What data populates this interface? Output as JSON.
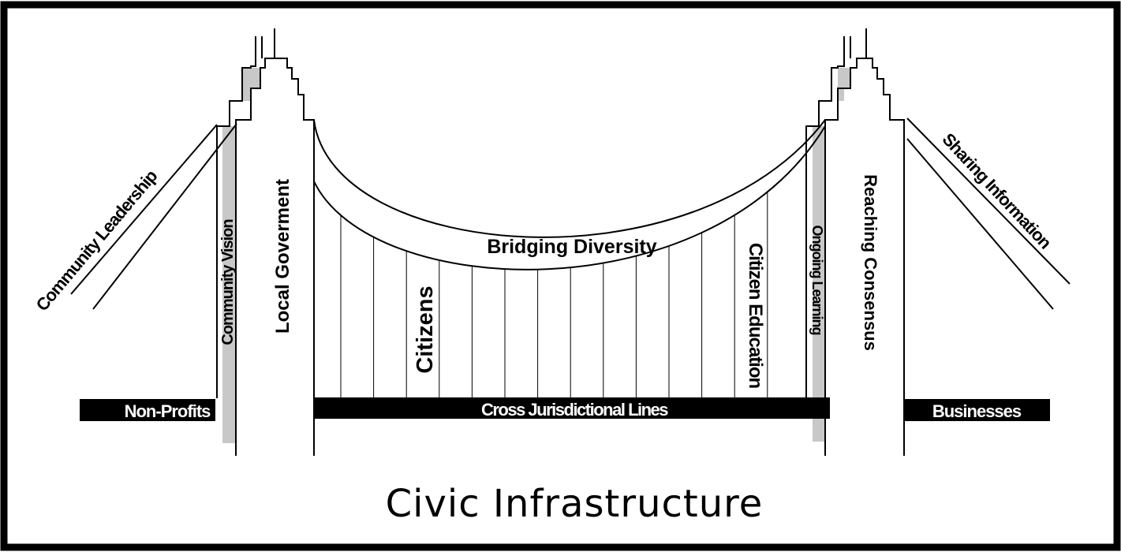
{
  "diagram": {
    "title": "Civic Infrastructure",
    "labels": {
      "community_leadership": "Community Leadership",
      "community_vision": "Community Vision",
      "local_government": "Local Goverment",
      "bridging_diversity": "Bridging Diversity",
      "citizens": "Citizens",
      "citizen_education": "Citizen Education",
      "ongoing_learning": "Ongoing Learning",
      "reaching_consensus": "Reaching Consensus",
      "sharing_information": "Sharing Information",
      "non_profits": "Non-Profits",
      "cross_jurisdictional_lines": "Cross Jurisdictional Lines",
      "businesses": "Businesses"
    }
  }
}
